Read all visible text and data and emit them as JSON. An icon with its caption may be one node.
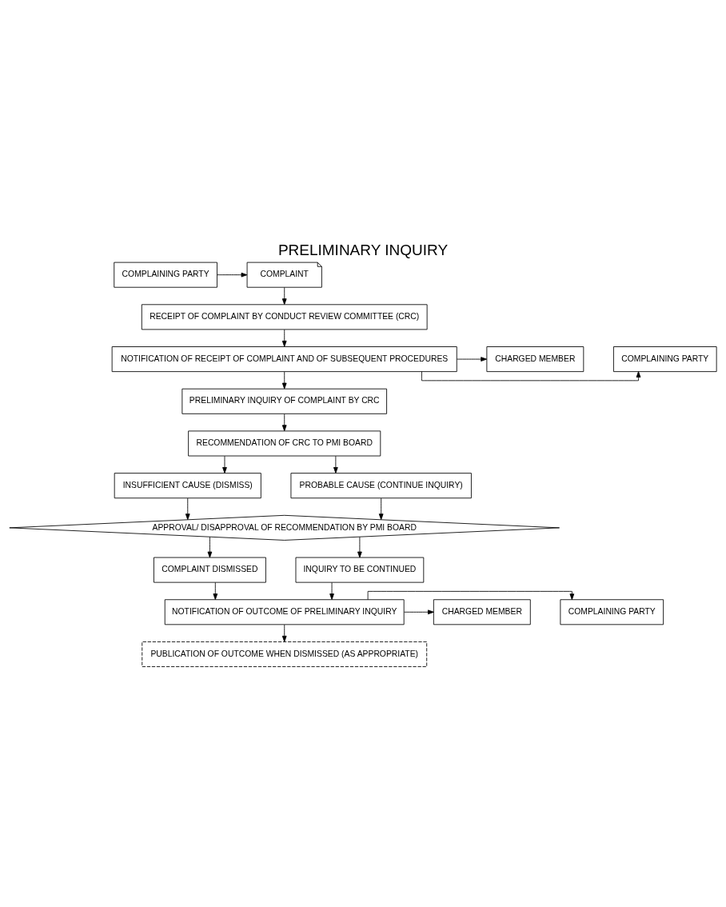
{
  "diagram": {
    "title": "PRELIMINARY INQUIRY",
    "nodes": [
      {
        "text": [
          "COMPLAINING PARTY"
        ]
      },
      {
        "text": [
          "COMPLAINT"
        ]
      },
      {
        "text": [
          "RECEIPT OF COMPLAINT BY CONDUCT REVIEW COMMITTEE (CRC)"
        ]
      },
      {
        "text": [
          "COMPLAINING PARTY"
        ]
      },
      {
        "text": [
          "NOTIFICATION OF RECEIPT OF COMPLAINT AND OF SUBSEQUENT PROCEDURES"
        ]
      },
      {
        "text": [
          "CHARGED MEMBER"
        ]
      },
      {
        "text": [
          "PRELIMINARY INQUIRY OF COMPLAINT BY CRC"
        ]
      },
      {
        "text": [
          "RECOMMENDATION OF CRC TO PMI BOARD"
        ]
      },
      {
        "text": [
          "INSUFFICIENT CAUSE (DISMISS)"
        ]
      },
      {
        "text": [
          "PROBABLE CAUSE (CONTINUE INQUIRY)"
        ]
      },
      {
        "text": [
          "APPROVAL/ DISAPPROVAL OF RECOMMENDATION BY PMI BOARD"
        ]
      },
      {
        "text": [
          "COMPLAINT DISMISSED"
        ]
      },
      {
        "text": [
          "INQUIRY TO BE CONTINUED"
        ]
      },
      {
        "text": [
          "COMPLAINING PARTY"
        ]
      },
      {
        "text": [
          "NOTIFICATION OF OUTCOME OF PRELIMINARY INQUIRY"
        ]
      },
      {
        "text": [
          "CHARGED MEMBER"
        ]
      },
      {
        "text": [
          "PUBLICATION OF OUTCOME WHEN DISMISSED (AS APPROPRIATE)"
        ]
      }
    ],
    "edges": [
      {
        "from": 0,
        "to": 1,
        "arrow": "to"
      },
      {
        "from": 1,
        "to": 2,
        "arrow": "to"
      },
      {
        "from": 2,
        "to": 4,
        "arrow": "to"
      },
      {
        "from": 4,
        "to": 3,
        "arrow": "to"
      },
      {
        "from": 4,
        "to": 5,
        "arrow": "to"
      },
      {
        "from": 4,
        "to": 6,
        "arrow": "to"
      },
      {
        "from": 6,
        "to": 7,
        "arrow": "to"
      },
      {
        "from": 7,
        "to": 8,
        "arrow": "to"
      },
      {
        "from": 7,
        "to": 9,
        "arrow": "to"
      },
      {
        "from": 8,
        "to": 10,
        "arrow": "to"
      },
      {
        "from": 9,
        "to": 10,
        "arrow": "to"
      },
      {
        "from": 10,
        "to": 11,
        "arrow": "to"
      },
      {
        "from": 10,
        "to": 12,
        "arrow": "to"
      },
      {
        "from": 11,
        "to": 14,
        "arrow": "to"
      },
      {
        "from": 12,
        "to": 14,
        "arrow": "to"
      },
      {
        "from": 14,
        "to": 13,
        "arrow": "to"
      },
      {
        "from": 14,
        "to": 15,
        "arrow": "to"
      },
      {
        "from": 14,
        "to": 16,
        "arrow": "to"
      }
    ]
  }
}
